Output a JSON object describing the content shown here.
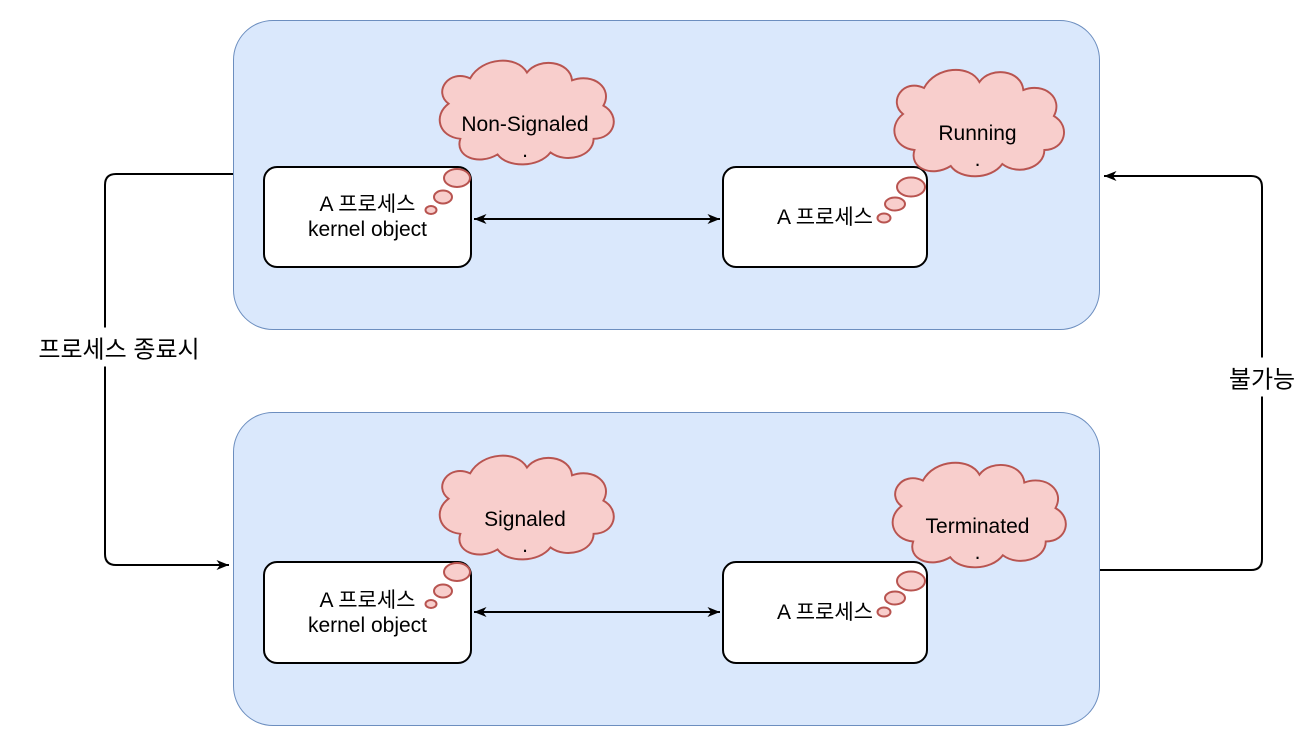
{
  "diagram_type": "state-diagram",
  "colors": {
    "container_fill": "#dae8fc",
    "container_stroke": "#6c8ebf",
    "cloud_fill": "#f8cecc",
    "cloud_stroke": "#b85450",
    "box_fill": "#ffffff",
    "box_stroke": "#000000",
    "arrow_color": "#000000",
    "text_color": "#000000",
    "background": "#ffffff"
  },
  "top_group": {
    "kernel_box": {
      "line1": "A 프로세스",
      "line2": "kernel object"
    },
    "kernel_cloud": {
      "line1": "Non-Signaled",
      "line2": "."
    },
    "process_box": {
      "line1": "A 프로세스"
    },
    "process_cloud": {
      "line1": "Running",
      "line2": "."
    }
  },
  "bottom_group": {
    "kernel_box": {
      "line1": "A 프로세스",
      "line2": "kernel object"
    },
    "kernel_cloud": {
      "line1": "Signaled",
      "line2": "."
    },
    "process_box": {
      "line1": "A 프로세스"
    },
    "process_cloud": {
      "line1": "Terminated",
      "line2": "."
    }
  },
  "edges": {
    "process_exit_label": "프로세스 종료시",
    "impossible_label": "불가능"
  }
}
